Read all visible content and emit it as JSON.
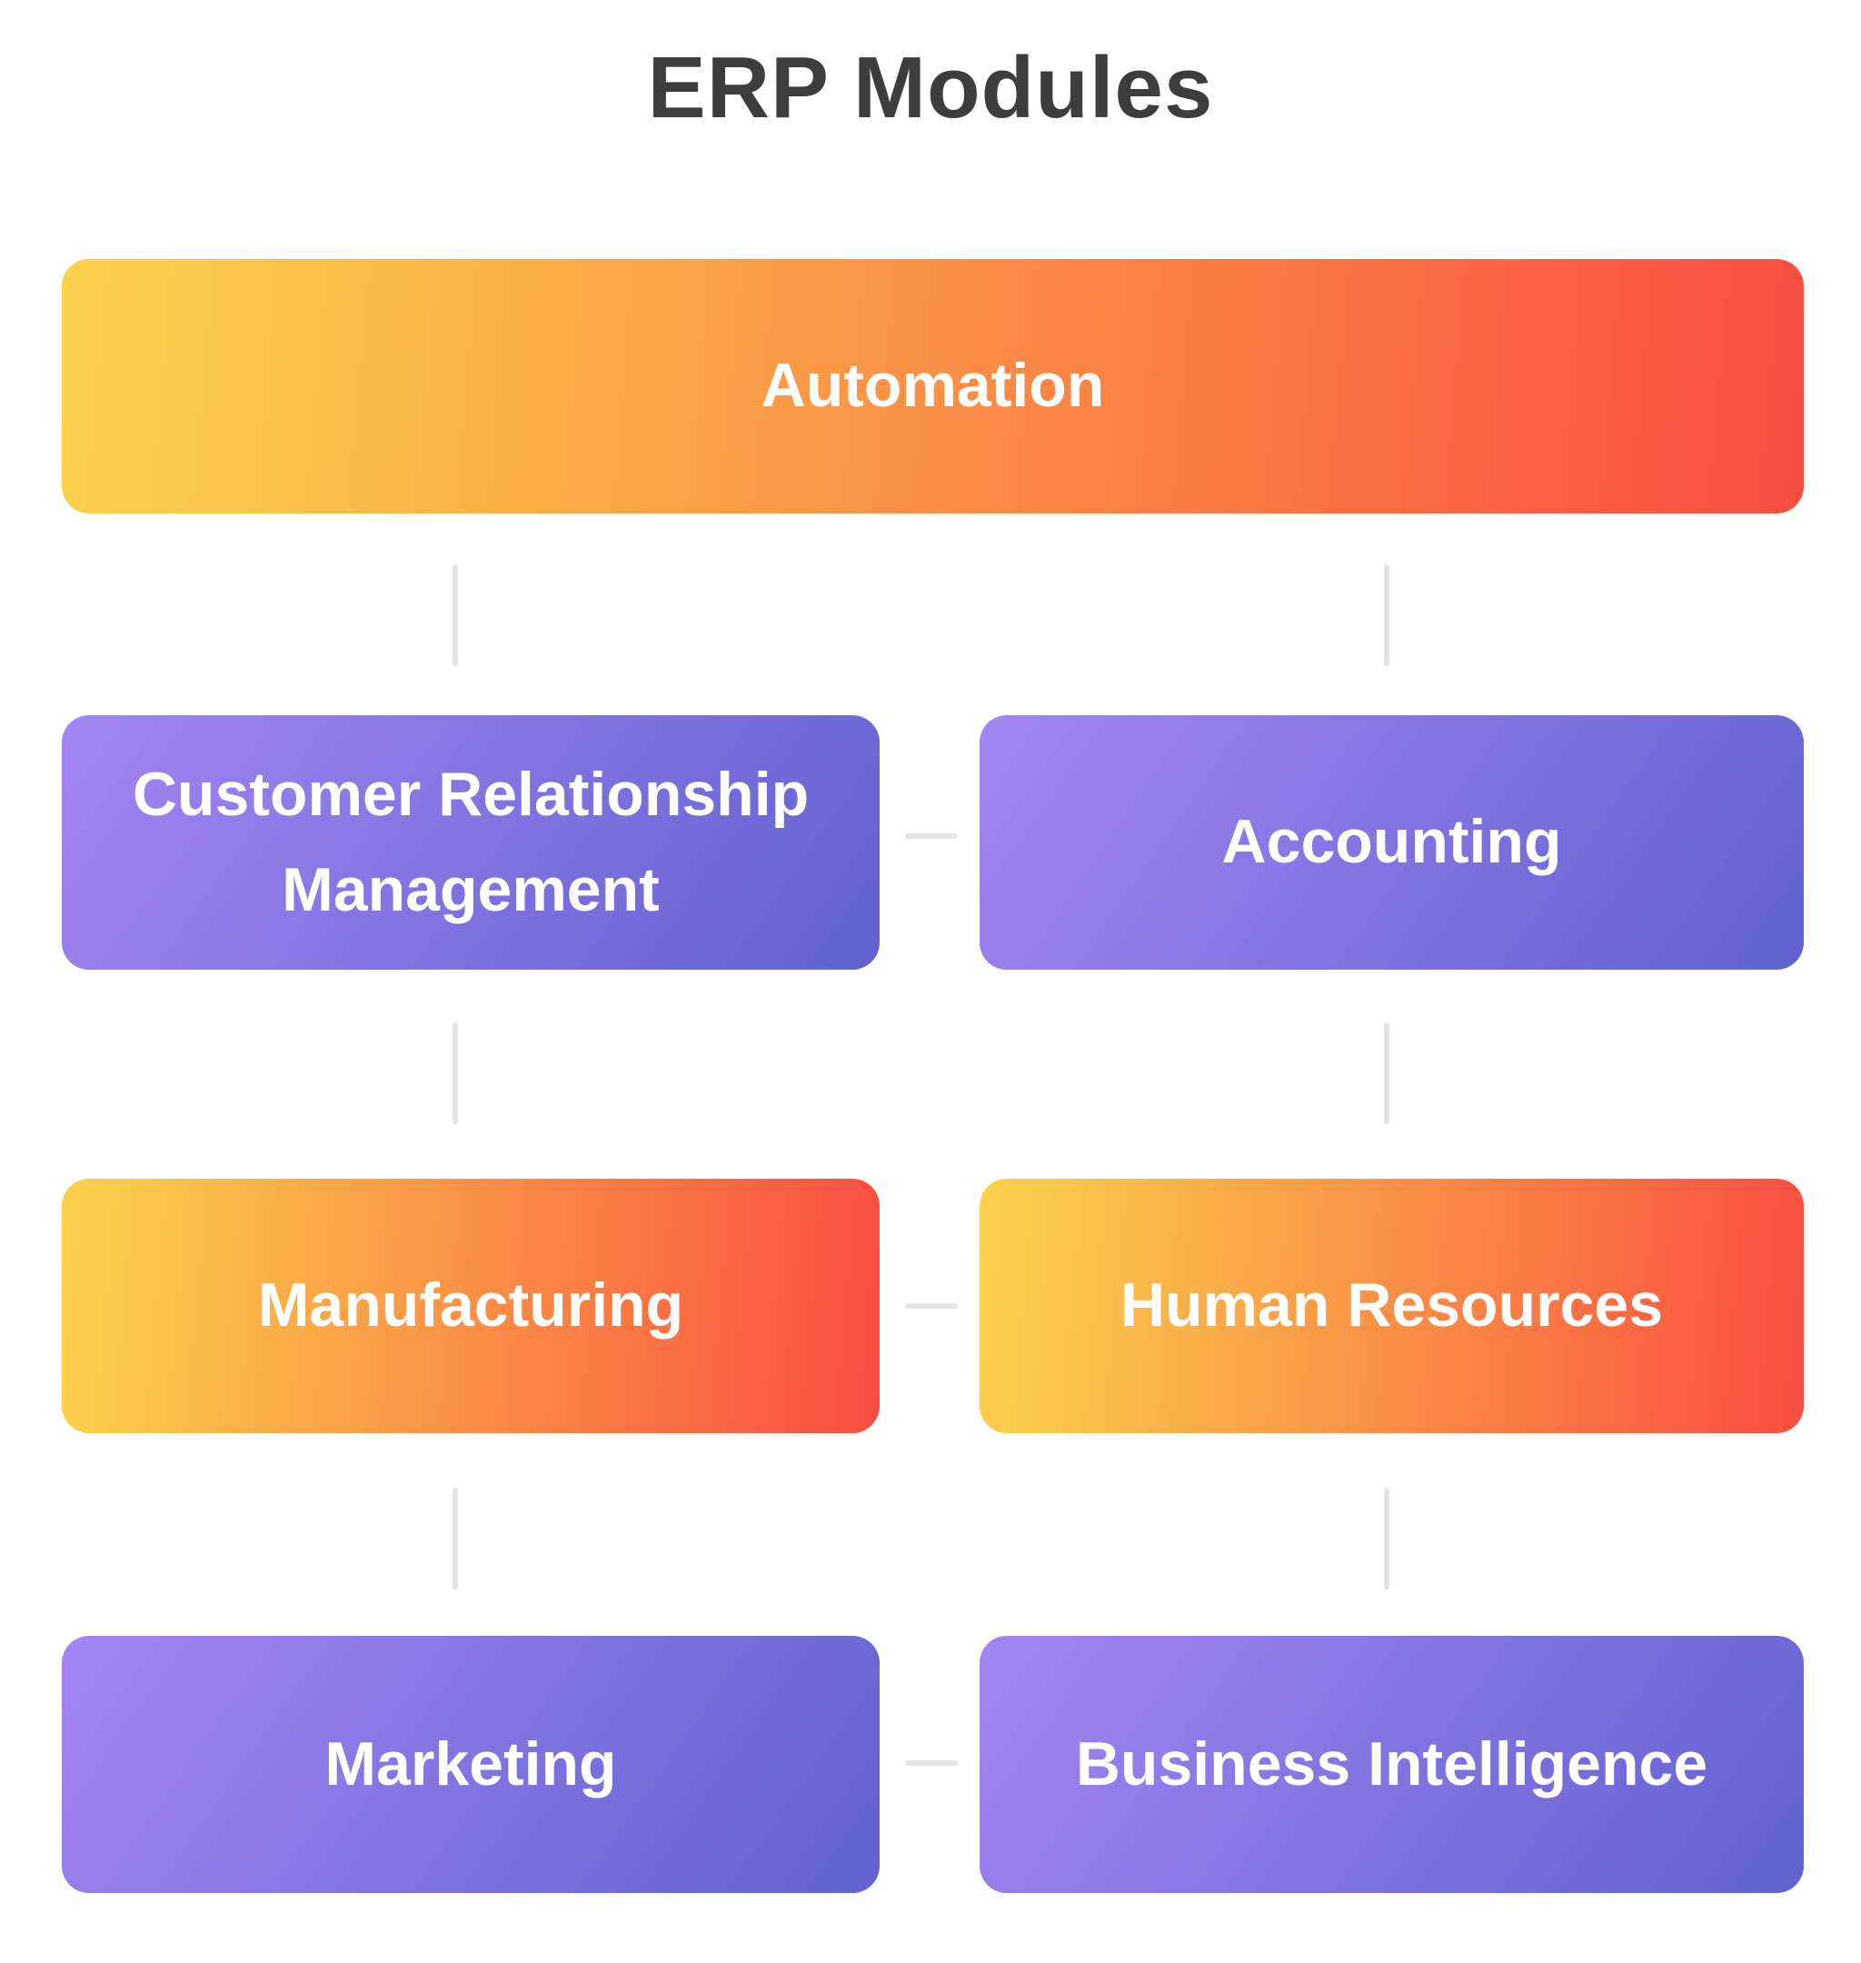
{
  "title": "ERP Modules",
  "colors": {
    "title_text": "#3d3d3d",
    "box_text": "#ffffff",
    "connector": "#e4e4e4"
  },
  "palettes": {
    "warm": {
      "start": "#FBD34B",
      "end": "#F94C40",
      "angle": "95deg"
    },
    "cool": {
      "start": "#A385F2",
      "end": "#6062D0",
      "angle": "125deg"
    }
  },
  "boxes": [
    {
      "id": "automation",
      "label": "Automation",
      "palette": "warm",
      "row": 1,
      "position": "full-width"
    },
    {
      "id": "crm",
      "label": "Customer Relationship Management",
      "palette": "cool",
      "row": 2,
      "position": "left"
    },
    {
      "id": "accounting",
      "label": "Accounting",
      "palette": "cool",
      "row": 2,
      "position": "right"
    },
    {
      "id": "manufacturing",
      "label": "Manufacturing",
      "palette": "warm",
      "row": 3,
      "position": "left"
    },
    {
      "id": "human-resources",
      "label": "Human Resources",
      "palette": "warm",
      "row": 3,
      "position": "right"
    },
    {
      "id": "marketing",
      "label": "Marketing",
      "palette": "cool",
      "row": 4,
      "position": "left"
    },
    {
      "id": "business-intelligence",
      "label": "Business Intelligence",
      "palette": "cool",
      "row": 4,
      "position": "right"
    }
  ],
  "connectors": {
    "vertical_count": 6,
    "horizontal_count": 3
  }
}
